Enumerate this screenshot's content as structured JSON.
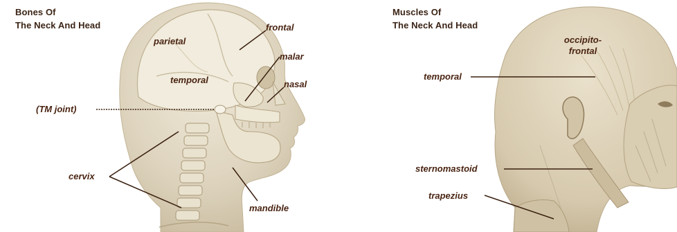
{
  "left_panel": {
    "title_line1": "Bones Of",
    "title_line2": "The Neck And Head",
    "labels": {
      "parietal": "parietal",
      "frontal": "frontal",
      "malar": "malar",
      "temporal": "temporal",
      "nasal": "nasal",
      "tm_joint": "(TM joint)",
      "cervix": "cervix",
      "mandible": "mandible"
    }
  },
  "right_panel": {
    "title_line1": "Muscles Of",
    "title_line2": "The Neck And Head",
    "labels": {
      "occipito_frontal_line1": "occipito-",
      "occipito_frontal_line2": "frontal",
      "temporal": "temporal",
      "sternomastoid": "sternomastoid",
      "trapezius": "trapezius"
    }
  },
  "colors": {
    "skin": "#ddd3bd",
    "skin_dark": "#b8a98a",
    "bone": "#eee8d6",
    "text": "#4a2412",
    "leader": "#3a2010"
  }
}
